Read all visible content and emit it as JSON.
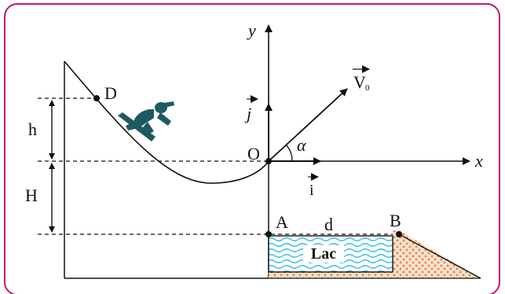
{
  "figure": {
    "frame_color": "#c0186f",
    "board_color": "#ffffff",
    "ink_color": "#111111",
    "snowboarder_color": "#1f5a60",
    "lake_stripe_color": "#4fc3f0",
    "ground_color": "#e09a6a",
    "ground_dot_color": "#f2c097",
    "snowboarder_icon": "snowboarder-silhouette"
  },
  "labels": {
    "y_axis": "y",
    "x_axis": "x",
    "origin": "O",
    "velocity": "V",
    "velocity_sub": "0",
    "angle": "α",
    "unit_j": "j",
    "unit_i": "i",
    "point_d": "D",
    "height_h": "h",
    "height_big_h": "H",
    "point_a": "A",
    "point_b": "B",
    "distance": "d",
    "lake": "Lac"
  }
}
